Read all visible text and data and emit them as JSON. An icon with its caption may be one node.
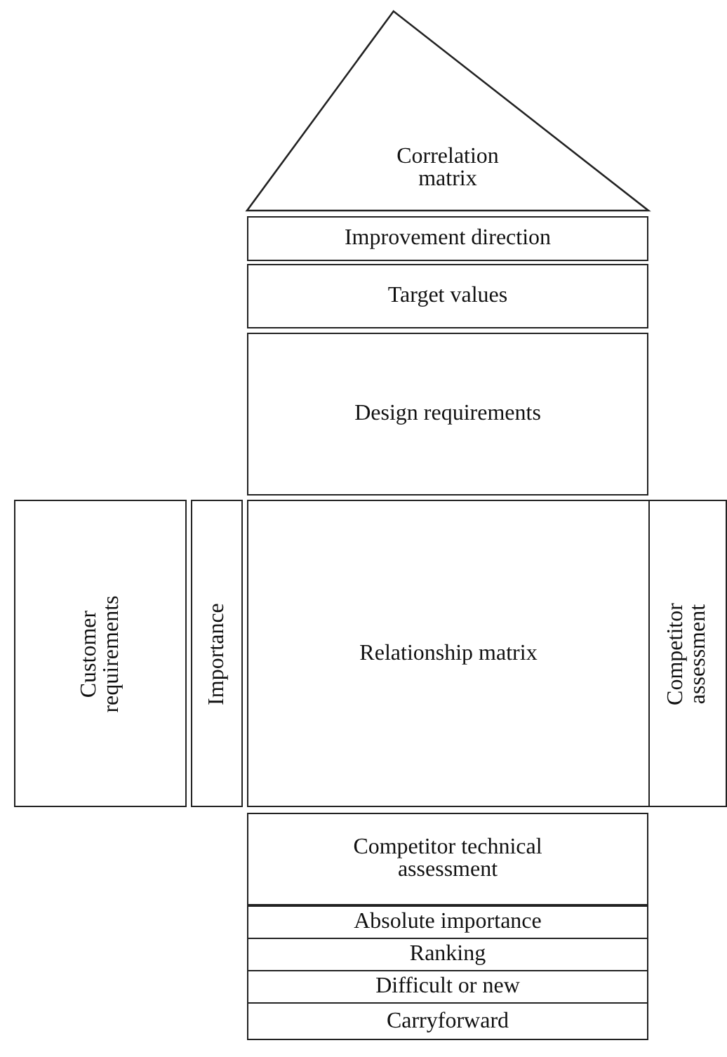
{
  "diagram": {
    "nodes": [
      {
        "text": [
          "Correlation matrix"
        ]
      },
      {
        "text": [
          "Improvement direction"
        ]
      },
      {
        "text": [
          "Target values"
        ]
      },
      {
        "text": [
          "Design requirements"
        ]
      },
      {
        "text": [
          "Customer requirements"
        ]
      },
      {
        "text": [
          "Importance"
        ]
      },
      {
        "text": [
          "Relationship matrix"
        ]
      },
      {
        "text": [
          "Competitor assessment"
        ]
      },
      {
        "text": [
          "Competitor technical assessment"
        ]
      },
      {
        "text": [
          "Absolute importance"
        ]
      },
      {
        "text": [
          "Ranking"
        ]
      },
      {
        "text": [
          "Difficult or new"
        ]
      },
      {
        "text": [
          "Carryforward"
        ]
      }
    ]
  }
}
